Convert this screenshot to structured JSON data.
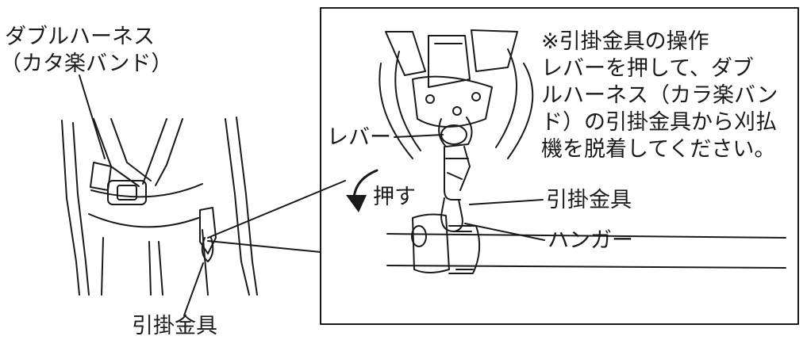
{
  "left_labels": {
    "harness_line1": "ダブルハーネス",
    "harness_line2": "（カタ楽バンド）",
    "hook": "引掛金具"
  },
  "detail_labels": {
    "lever": "レバー",
    "push": "押す",
    "hook": "引掛金具",
    "hanger": "ハンガー"
  },
  "note": {
    "lines": [
      "※引掛金具の操作",
      "レバーを押して、ダブ",
      "ルハーネス（カラ楽バン",
      "ド）の引掛金具から刈払",
      "機を脱着してください。"
    ]
  }
}
